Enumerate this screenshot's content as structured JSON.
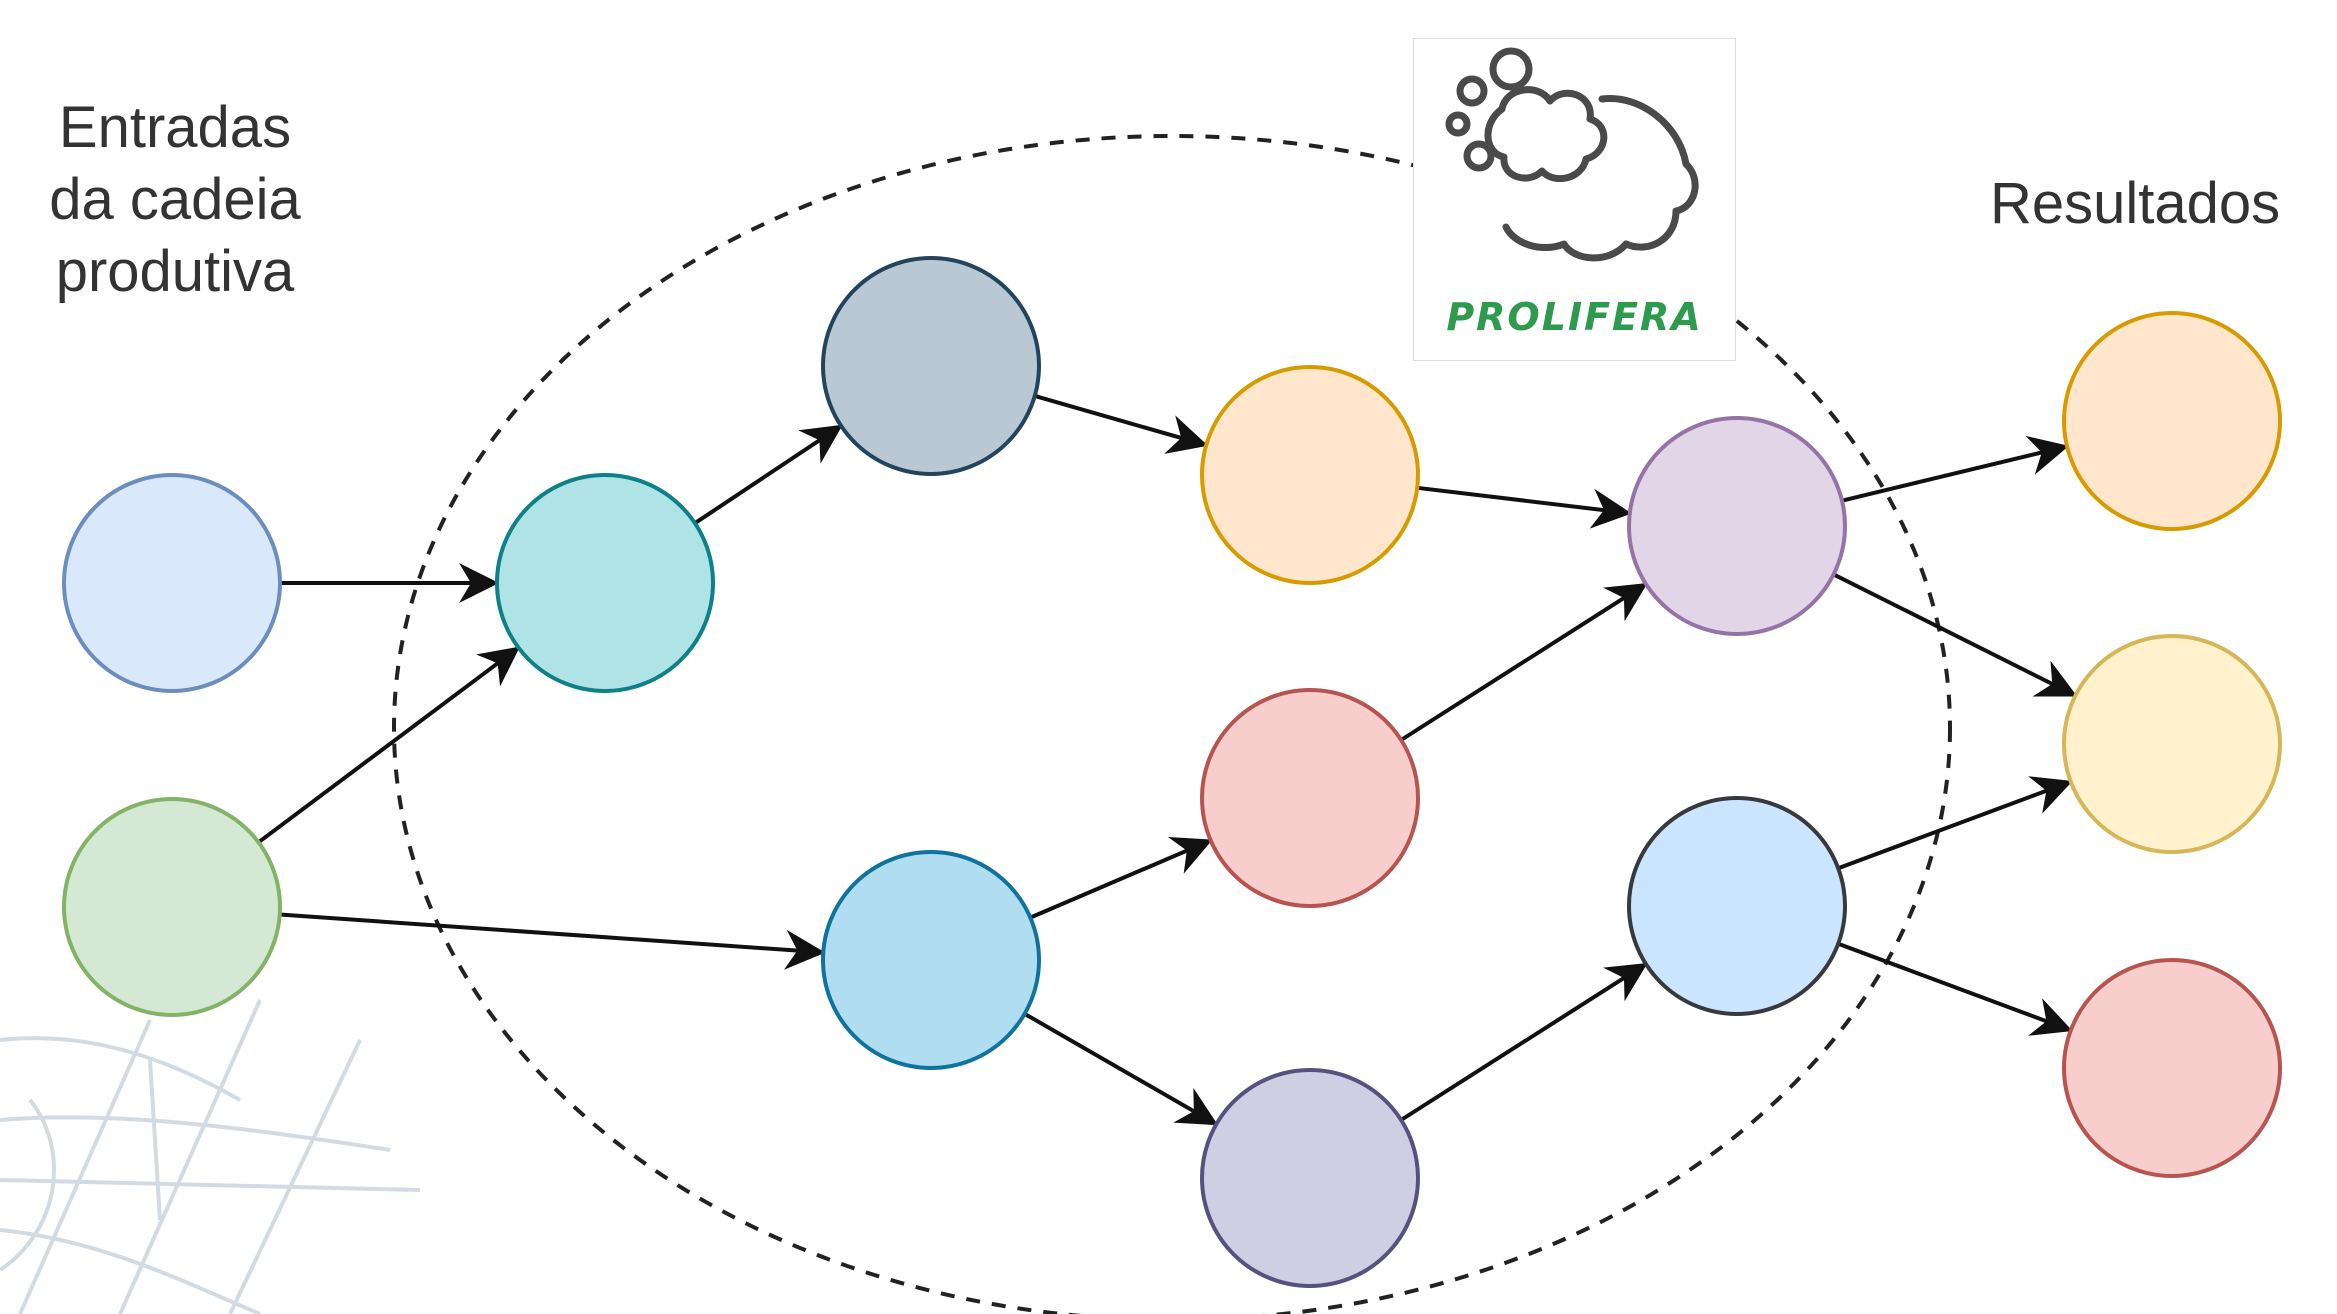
{
  "labels": {
    "inputs": "Entradas\nda cadeia\nprodutiva",
    "results": "Resultados"
  },
  "logo": {
    "text": "PROLIFERA",
    "icon": "bubbles-cloud-icon",
    "text_color": "#2e9a4d"
  },
  "colors": {
    "edge": "#111111",
    "dashed_region": "#222222"
  },
  "nodes": [
    {
      "id": "input-1",
      "fill": "#dae8fc",
      "stroke": "#6c8ebf"
    },
    {
      "id": "input-2",
      "fill": "#d5e8d4",
      "stroke": "#82b366"
    },
    {
      "id": "teal",
      "fill": "#b0e3e6",
      "stroke": "#0e8088"
    },
    {
      "id": "slate",
      "fill": "#bac8d3",
      "stroke": "#23445d"
    },
    {
      "id": "blue",
      "fill": "#b1ddf0",
      "stroke": "#10739e"
    },
    {
      "id": "orange",
      "fill": "#ffe6cc",
      "stroke": "#d79b00"
    },
    {
      "id": "red",
      "fill": "#f8cecc",
      "stroke": "#b85450"
    },
    {
      "id": "lavender",
      "fill": "#d0cee2",
      "stroke": "#56517e"
    },
    {
      "id": "purple",
      "fill": "#e1d5e7",
      "stroke": "#9673a6"
    },
    {
      "id": "light-blue",
      "fill": "#cce5ff",
      "stroke": "#36393d"
    },
    {
      "id": "result-orange",
      "fill": "#ffe6cc",
      "stroke": "#d79b00"
    },
    {
      "id": "result-yellow",
      "fill": "#fff2cc",
      "stroke": "#d6b656"
    },
    {
      "id": "result-red",
      "fill": "#f8cecc",
      "stroke": "#b85450"
    }
  ],
  "edges": [
    {
      "from": "input-1",
      "to": "teal"
    },
    {
      "from": "input-2",
      "to": "teal"
    },
    {
      "from": "input-2",
      "to": "blue"
    },
    {
      "from": "teal",
      "to": "slate"
    },
    {
      "from": "slate",
      "to": "orange"
    },
    {
      "from": "blue",
      "to": "red"
    },
    {
      "from": "blue",
      "to": "lavender"
    },
    {
      "from": "orange",
      "to": "purple"
    },
    {
      "from": "red",
      "to": "purple"
    },
    {
      "from": "lavender",
      "to": "light-blue"
    },
    {
      "from": "purple",
      "to": "result-orange"
    },
    {
      "from": "purple",
      "to": "result-yellow"
    },
    {
      "from": "light-blue",
      "to": "result-yellow"
    },
    {
      "from": "light-blue",
      "to": "result-red"
    }
  ]
}
